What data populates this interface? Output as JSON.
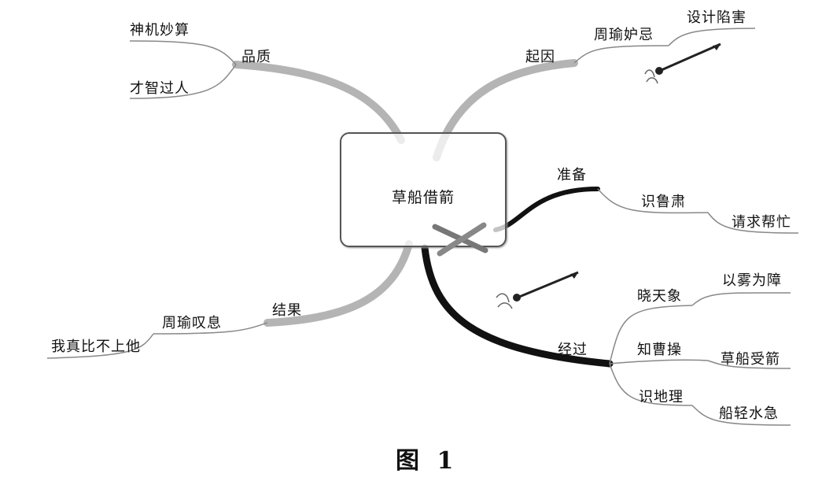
{
  "center": {
    "title": "草船借箭"
  },
  "caption": "图 1",
  "branches": {
    "quality": {
      "label": "品质",
      "children": [
        "神机妙算",
        "才智过人"
      ]
    },
    "cause": {
      "label": "起因",
      "child": "周瑜妒忌",
      "grandchild": "设计陷害"
    },
    "preparation": {
      "label": "准备",
      "child": "识鲁肃",
      "grandchild": "请求帮忙"
    },
    "process": {
      "label": "经过",
      "children": [
        {
          "label": "晓天象",
          "leaf": "以雾为障"
        },
        {
          "label": "知曹操",
          "leaf": "草船受箭"
        },
        {
          "label": "识地理",
          "leaf": "船轻水急"
        }
      ]
    },
    "result": {
      "label": "结果",
      "child": "周瑜叹息",
      "grandchild": "我真比不上他"
    }
  },
  "colors": {
    "line_gray": "#a9a9a9",
    "line_dark": "#111111",
    "thin_line": "#888888"
  }
}
